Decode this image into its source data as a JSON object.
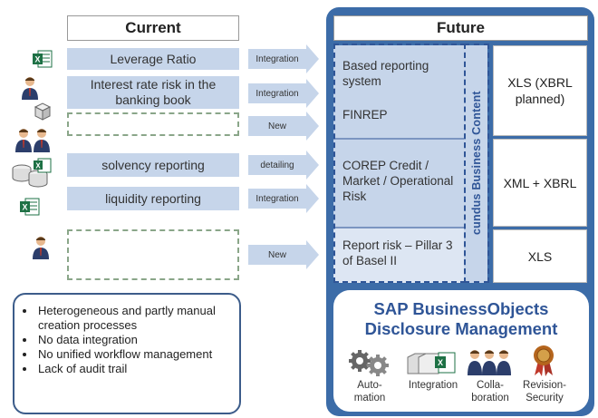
{
  "current": {
    "title": "Current",
    "rows": [
      {
        "label": "Leverage Ratio",
        "arrow": "Integration"
      },
      {
        "label": "Interest rate risk in the banking book",
        "arrow": "Integration"
      },
      {
        "label": "",
        "arrow": "New"
      },
      {
        "label": "solvency reporting",
        "arrow": "detailing"
      },
      {
        "label": "liquidity reporting",
        "arrow": "Integration"
      },
      {
        "label": "",
        "arrow": "New"
      }
    ],
    "issues": [
      "Heterogeneous and partly manual creation processes",
      "No data integration",
      "No unified workflow management",
      "Lack of audit trail"
    ]
  },
  "future": {
    "title": "Future",
    "content_label": "cundus Business Content",
    "rows": [
      {
        "line1": "Based reporting system",
        "line2": "FINREP",
        "output": "XLS (XBRL planned)"
      },
      {
        "line1": "COREP Credit / Market / Operational Risk",
        "output": "XML + XBRL"
      },
      {
        "line1": "Report risk – Pillar 3 of Basel II",
        "output": "XLS"
      }
    ],
    "sap_title_1": "SAP BusinessObjects",
    "sap_title_2": "Disclosure Management",
    "features": [
      {
        "label": "Auto-\nmation",
        "icon": "gears-icon"
      },
      {
        "label": "Integration",
        "icon": "integration-icon"
      },
      {
        "label": "Colla-\nboration",
        "icon": "people-icon"
      },
      {
        "label": "Revision-\nSecurity",
        "icon": "seal-icon"
      }
    ]
  },
  "colors": {
    "current_box": "#c6d5ea",
    "future_panel": "#3c6ca8",
    "future_box": "#c6d5ea",
    "dash": "#2f5597",
    "excel_green": "#1e7145"
  }
}
